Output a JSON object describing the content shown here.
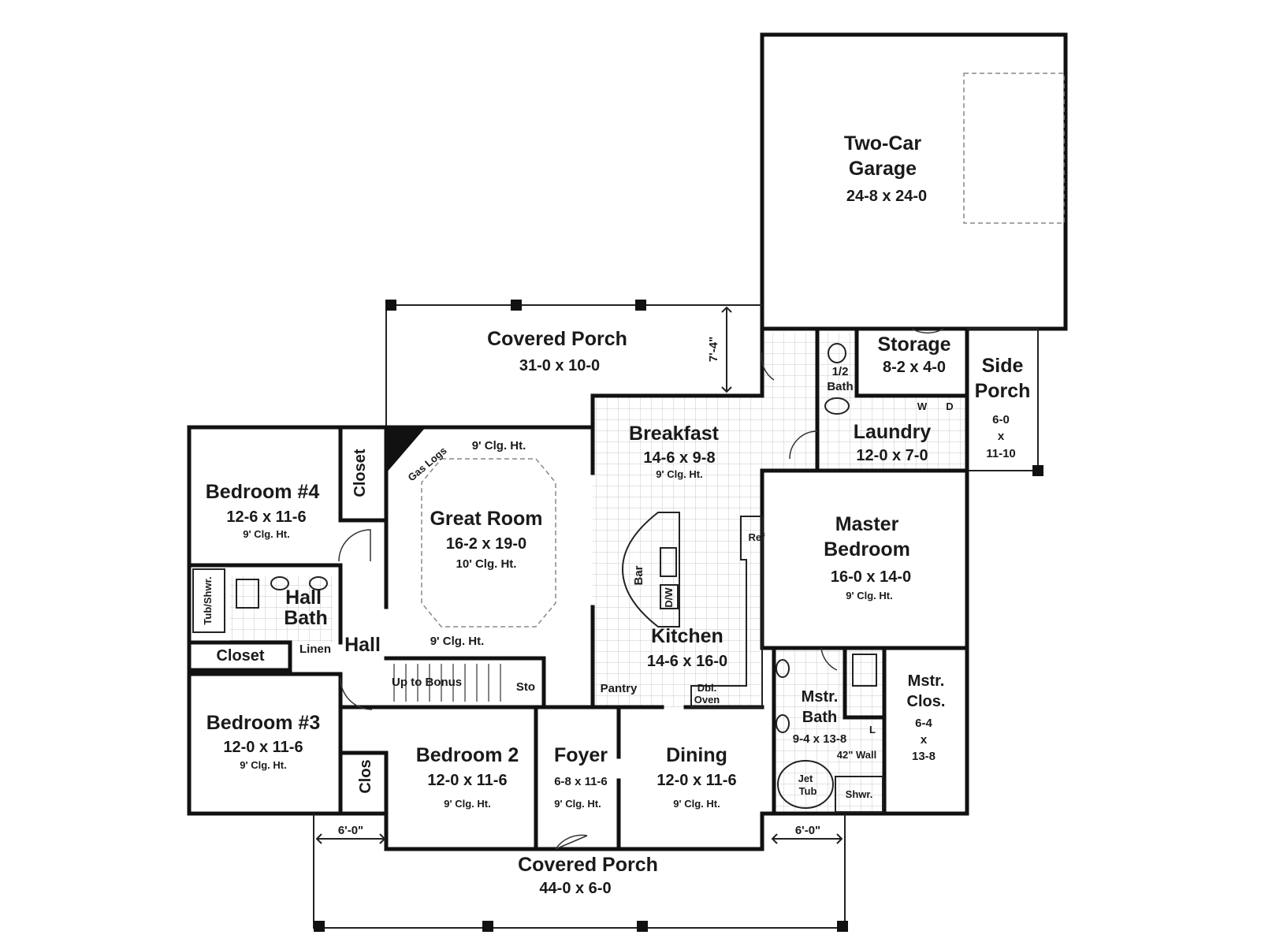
{
  "rooms": {
    "garage": {
      "line1": "Two-Car",
      "line2": "Garage",
      "dim": "24-8 x 24-0"
    },
    "rear_porch": {
      "name": "Covered Porch",
      "dim": "31-0 x 10-0",
      "depth": "7'-4\""
    },
    "storage": {
      "name": "Storage",
      "dim": "8-2 x 4-0"
    },
    "half_bath": {
      "line1": "1/2",
      "line2": "Bath"
    },
    "side_porch": {
      "line1": "Side",
      "line2": "Porch",
      "dim1": "6-0",
      "dim2": "x",
      "dim3": "11-10"
    },
    "laundry": {
      "name": "Laundry",
      "dim": "12-0 x 7-0",
      "w": "W",
      "d": "D"
    },
    "breakfast": {
      "name": "Breakfast",
      "dim": "14-6 x 9-8",
      "clg": "9' Clg. Ht."
    },
    "great_room": {
      "name": "Great Room",
      "dim": "16-2 x 19-0",
      "clg": "10' Clg. Ht.",
      "clg_top": "9' Clg. Ht.",
      "gas_logs": "Gas Logs"
    },
    "bedroom4": {
      "name": "Bedroom #4",
      "dim": "12-6 x 11-6",
      "clg": "9' Clg. Ht.",
      "closet": "Closet"
    },
    "master_bedroom": {
      "line1": "Master",
      "line2": "Bedroom",
      "dim": "16-0 x 14-0",
      "clg": "9' Clg. Ht."
    },
    "kitchen": {
      "name": "Kitchen",
      "dim": "14-6 x 16-0",
      "bar": "Bar",
      "ref": "Ref",
      "dw": "D/W",
      "pantry": "Pantry",
      "oven1": "Dbl.",
      "oven2": "Oven"
    },
    "hall_bath": {
      "line1": "Hall",
      "line2": "Bath",
      "tub": "Tub/Shwr.",
      "linen": "Linen"
    },
    "hall": {
      "name": "Hall",
      "clg": "9' Clg. Ht.",
      "stairs": "Up to Bonus",
      "sto": "Sto"
    },
    "bedroom3": {
      "name": "Bedroom #3",
      "dim": "12-0 x 11-6",
      "clg": "9' Clg. Ht.",
      "closet": "Closet"
    },
    "bedroom2": {
      "name": "Bedroom 2",
      "dim": "12-0 x 11-6",
      "clg": "9' Clg. Ht.",
      "clos": "Clos"
    },
    "foyer": {
      "name": "Foyer",
      "dim": "6-8 x 11-6",
      "clg": "9' Clg. Ht."
    },
    "dining": {
      "name": "Dining",
      "dim": "12-0 x 11-6",
      "clg": "9' Clg. Ht."
    },
    "master_bath": {
      "line1": "Mstr.",
      "line2": "Bath",
      "dim": "9-4 x 13-8",
      "wall": "42\" Wall",
      "tub1": "Jet",
      "tub2": "Tub",
      "shwr": "Shwr.",
      "l": "L"
    },
    "master_closet": {
      "line1": "Mstr.",
      "line2": "Clos.",
      "dim1": "6-4",
      "dim2": "x",
      "dim3": "13-8"
    },
    "front_porch": {
      "name": "Covered Porch",
      "dim": "44-0 x 6-0",
      "left_depth": "6'-0\"",
      "right_depth": "6'-0\""
    }
  }
}
